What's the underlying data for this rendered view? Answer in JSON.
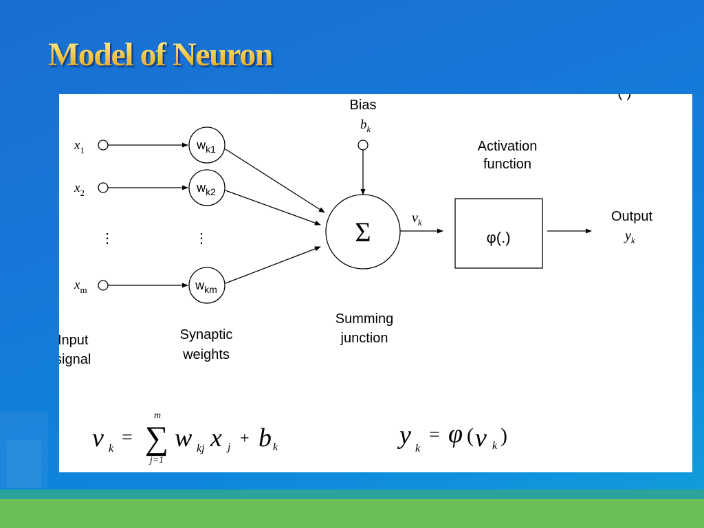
{
  "slide": {
    "title": "Model of Neuron"
  },
  "diagram": {
    "inputs": [
      {
        "var": "x",
        "sub": "1"
      },
      {
        "var": "x",
        "sub": "2"
      },
      {
        "var": "x",
        "sub": "m"
      }
    ],
    "weights": [
      {
        "var": "w",
        "sub": "k1"
      },
      {
        "var": "w",
        "sub": "k2"
      },
      {
        "var": "w",
        "sub": "km"
      }
    ],
    "ellipsis": "⋮",
    "bias_label": "Bias",
    "bias_var": "b",
    "bias_sub": "k",
    "sum_symbol": "Σ",
    "v_var": "v",
    "v_sub": "k",
    "activation_label_line1": "Activation",
    "activation_label_line2": "function",
    "activation_symbol": "φ(.)",
    "output_label": "Output",
    "output_var": "y",
    "output_sub": "k",
    "input_label_line1": "Input",
    "input_label_line2": "signal",
    "weights_label_line1": "Synaptic",
    "weights_label_line2": "weights",
    "summing_label_line1": "Summing",
    "summing_label_line2": "junction",
    "corner_fragment": "( )"
  },
  "equations": {
    "eq1": {
      "lhs": "v",
      "lhs_sub": "k",
      "equals": "=",
      "sum_symbol": "∑",
      "sum_upper": "m",
      "sum_lower": "j=1",
      "w": "w",
      "w_sub": "kj",
      "x": "x",
      "x_sub": "j",
      "plus": "+",
      "b": "b",
      "b_sub": "k"
    },
    "eq2": {
      "lhs": "y",
      "lhs_sub": "k",
      "equals": "=",
      "phi": "φ",
      "open": "(",
      "v": "v",
      "v_sub": "k",
      "close": ")"
    }
  }
}
